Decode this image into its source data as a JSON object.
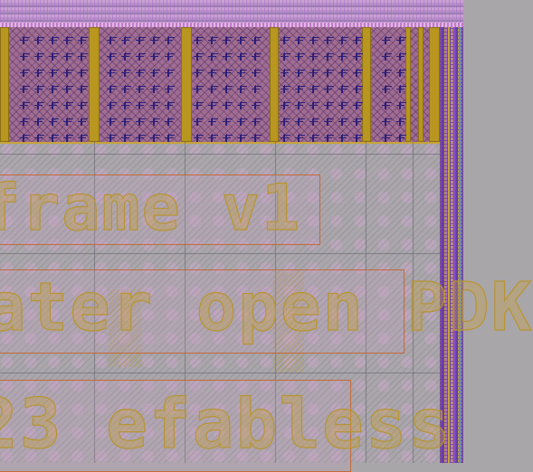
{
  "layout": {
    "text_lines": [
      "frame v1",
      "ater open PDK",
      "23 efabless"
    ],
    "colors": {
      "background": "#aaa6ab",
      "metal_band": "#a06c92",
      "strap": "#b8961f",
      "text_outline": "#c46a3a",
      "routing": "#7a4fa0",
      "via": "#2b1f7a"
    }
  }
}
